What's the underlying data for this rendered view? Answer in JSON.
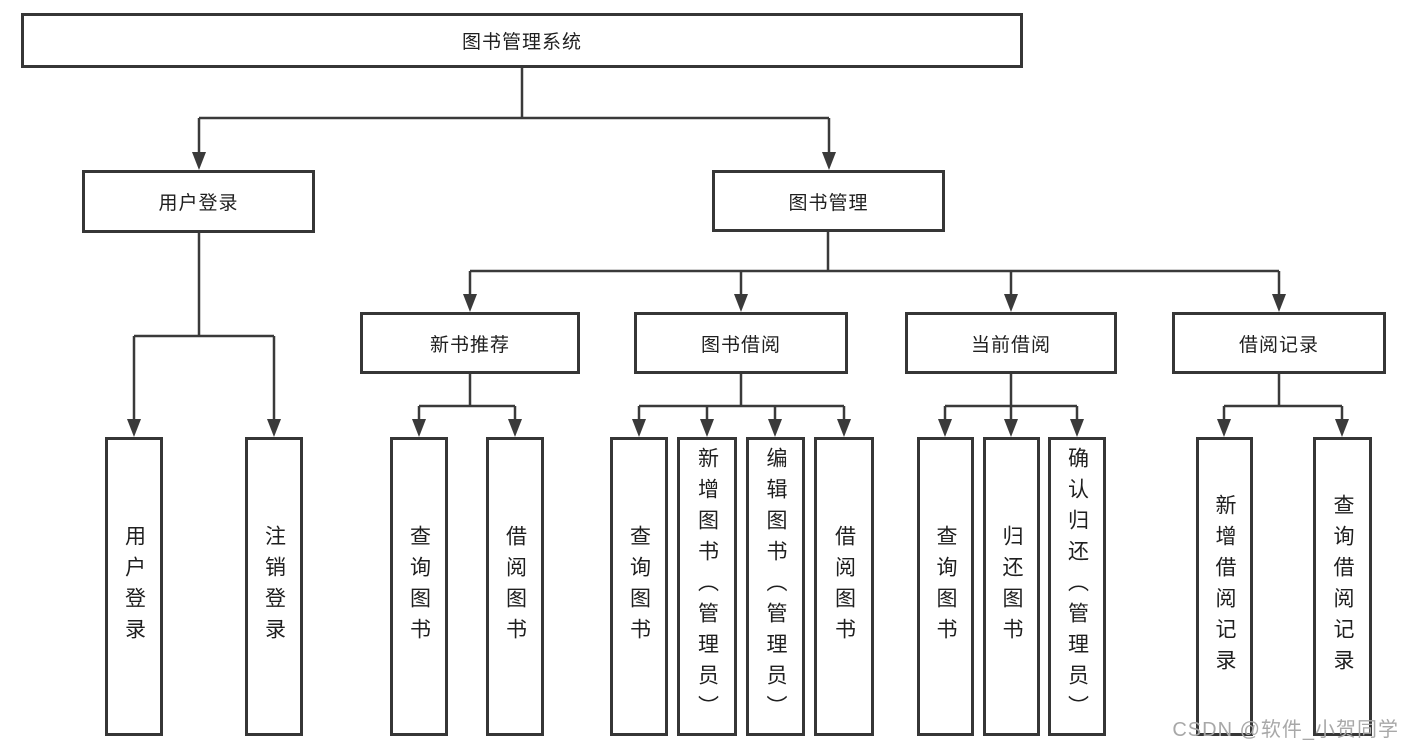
{
  "tree": {
    "root": "图书管理系统",
    "branches": [
      {
        "label": "用户登录",
        "children": [
          "用户登录",
          "注销登录"
        ]
      },
      {
        "label": "图书管理",
        "groups": [
          {
            "label": "新书推荐",
            "children": [
              "查询图书",
              "借阅图书"
            ]
          },
          {
            "label": "图书借阅",
            "children": [
              "查询图书",
              "新增图书（管理员）",
              "编辑图书（管理员）",
              "借阅图书"
            ]
          },
          {
            "label": "当前借阅",
            "children": [
              "查询图书",
              "归还图书",
              "确认归还（管理员）"
            ]
          },
          {
            "label": "借阅记录",
            "children": [
              "新增借阅记录",
              "查询借阅记录"
            ]
          }
        ]
      }
    ]
  },
  "watermark": {
    "text": "CSDN @软件_小贺同学"
  },
  "colors": {
    "line": "#3a3a3a",
    "box_border": "#363636",
    "text": "#1f1f1f",
    "watermark": "#a8a8a8",
    "background": "#ffffff"
  }
}
